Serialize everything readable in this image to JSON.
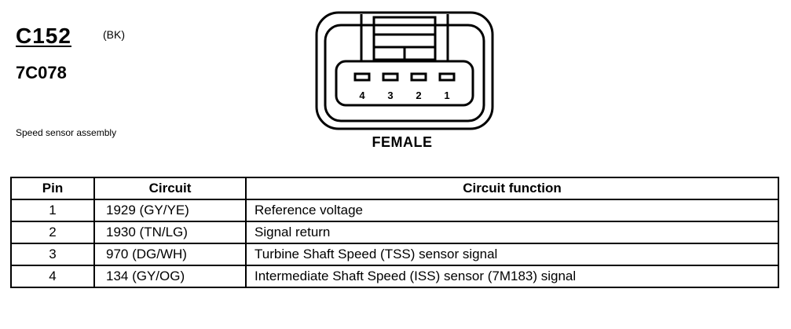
{
  "connector": {
    "id": "C152",
    "color_code": "(BK)",
    "part_number": "7C078",
    "description": "Speed sensor assembly",
    "gender": "FEMALE",
    "pin_labels": [
      "4",
      "3",
      "2",
      "1"
    ]
  },
  "table": {
    "headers": [
      "Pin",
      "Circuit",
      "Circuit function"
    ],
    "rows": [
      {
        "pin": "1",
        "circuit": "1929 (GY/YE)",
        "function": "Reference voltage"
      },
      {
        "pin": "2",
        "circuit": "1930 (TN/LG)",
        "function": "Signal return"
      },
      {
        "pin": "3",
        "circuit": "970 (DG/WH)",
        "function": "Turbine Shaft Speed (TSS) sensor signal"
      },
      {
        "pin": "4",
        "circuit": "134 (GY/OG)",
        "function": "Intermediate Shaft Speed (ISS) sensor (7M183) signal"
      }
    ]
  }
}
